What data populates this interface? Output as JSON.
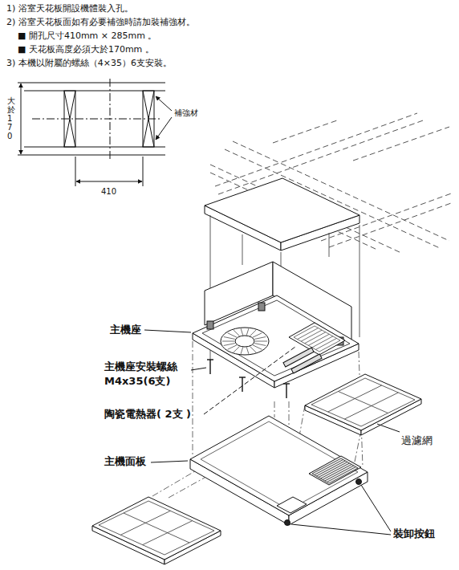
{
  "diagram": {
    "labels": [
      "1) 浴室天花板開設機體裝入孔。",
      "2) 浴室天花板面如有必要補強時請加裝補強材。",
      "■ 開孔尺寸410mm × 285mm 。",
      "■ 天花板高度必須大於170mm 。",
      "3) 本機以附屬的螺絲（4×35）6支安裝。",
      "大於170",
      "補強材",
      "410",
      "主機座",
      "主機座安裝螺絲 M4x35(6支)",
      "陶瓷電熱器( 2支 )",
      "過濾網",
      "主機面板",
      "裝卸按鈕"
    ]
  }
}
